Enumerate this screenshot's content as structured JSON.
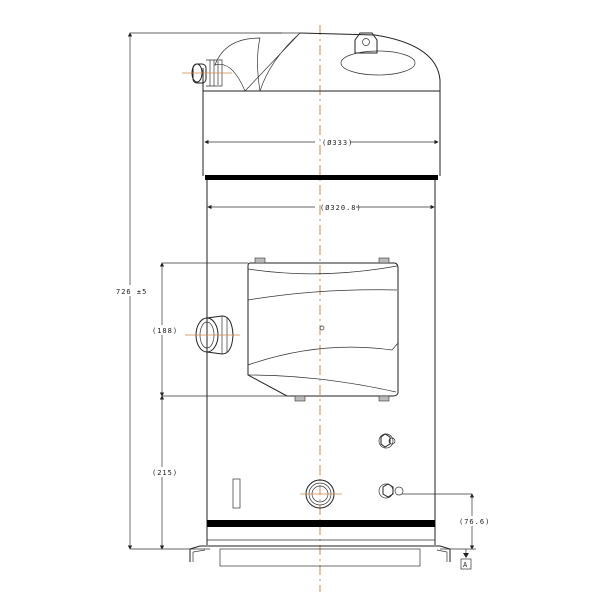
{
  "drawing": {
    "dimensions": {
      "overall_height": "726 ±5",
      "top_diameter": "(Ø333)",
      "body_diameter": "(Ø320.8)",
      "box_height": "(188)",
      "lower_height": "(215)",
      "fitting_height": "(76.6)"
    },
    "datum_label": "A",
    "colors": {
      "line": "#222222",
      "centerline": "#d08a4a",
      "band": "#000000"
    }
  }
}
